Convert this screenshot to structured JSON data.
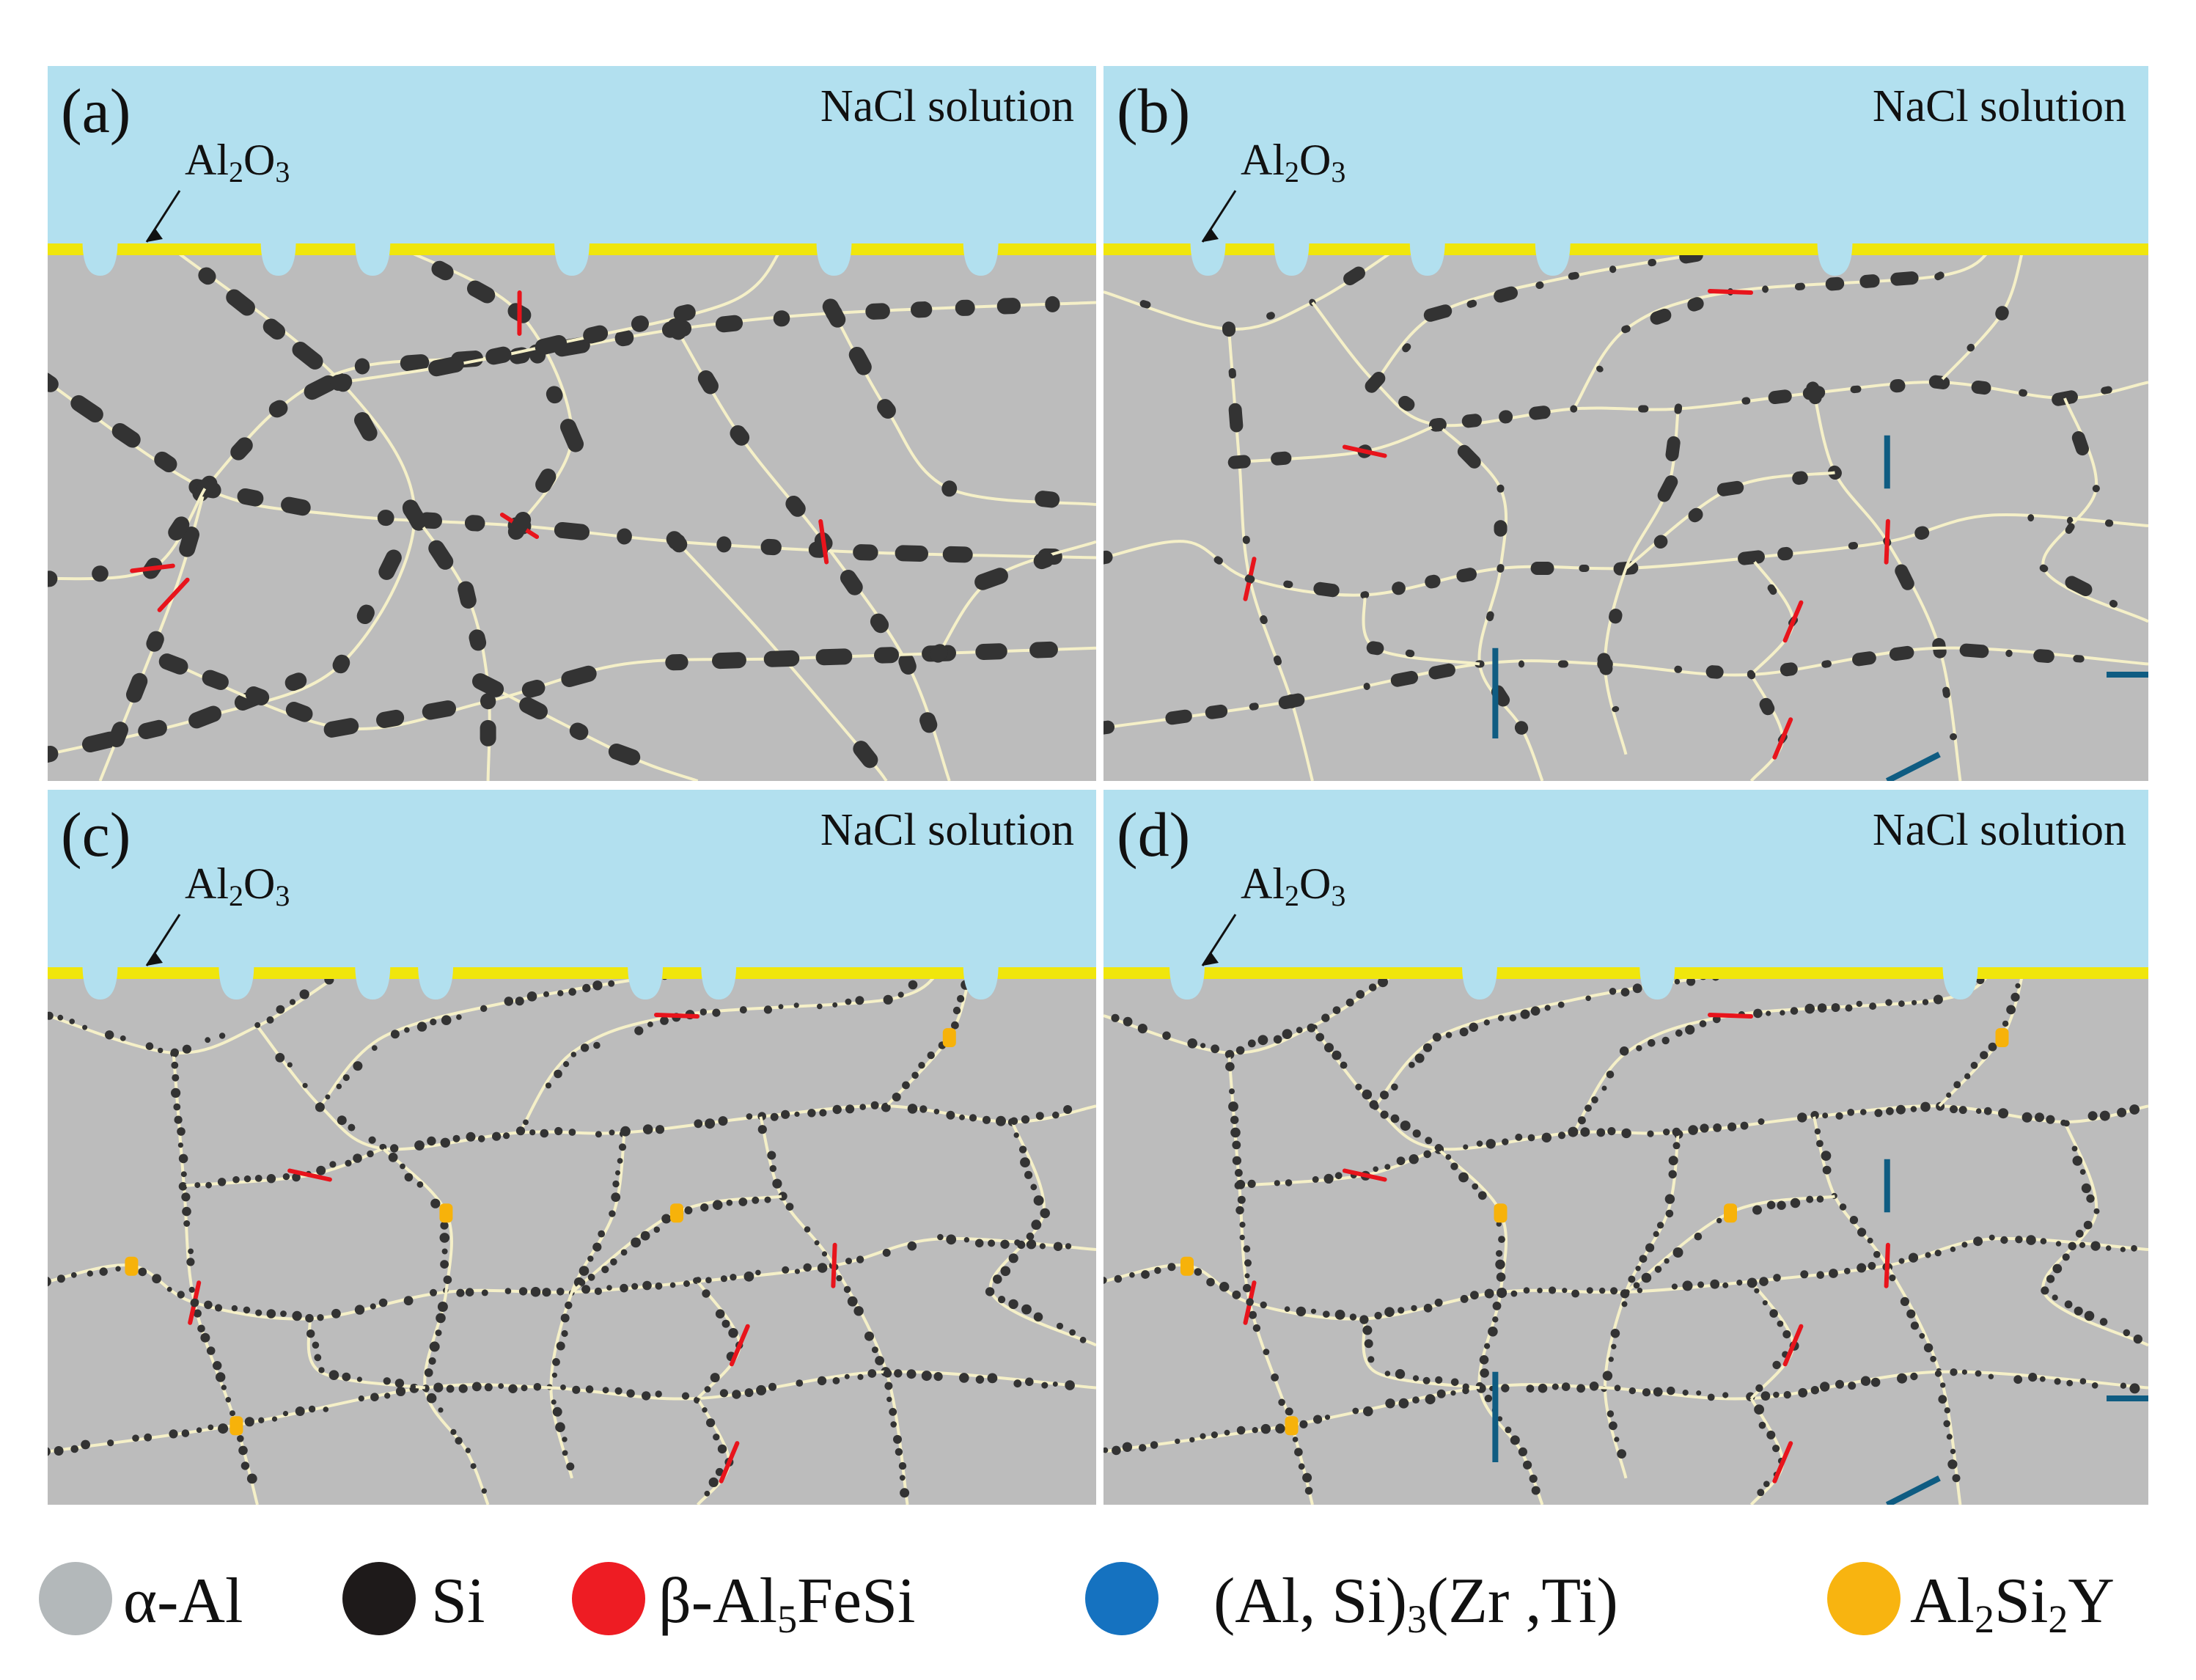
{
  "colors": {
    "solution": "#b2e0ef",
    "matrix": "#bcbcbc",
    "oxide": "#f0e60c",
    "grain_boundary": "#f5f0c8",
    "si": "#333333",
    "fe_phase": "#e8141c",
    "zr_phase": "#0f5c82",
    "y_phase": "#f7b20a",
    "legend_alpha": "#b3b8ba",
    "legend_si": "#1e1a1a",
    "legend_fe": "#ee1c23",
    "legend_zr": "#1572c0",
    "legend_y": "#f8b410",
    "divider": "#ffffff"
  },
  "panels": [
    {
      "id": "a",
      "label": "(a)",
      "solution_label": "NaCl solution",
      "oxide_label": "Al2O3",
      "si_style": "coarse"
    },
    {
      "id": "b",
      "label": "(b)",
      "solution_label": "NaCl solution",
      "oxide_label": "Al2O3",
      "si_style": "mixed"
    },
    {
      "id": "c",
      "label": "(c)",
      "solution_label": "NaCl solution",
      "oxide_label": "Al2O3",
      "si_style": "fine"
    },
    {
      "id": "d",
      "label": "(d)",
      "solution_label": "NaCl solution",
      "oxide_label": "Al2O3",
      "si_style": "fine"
    }
  ],
  "oxide": {
    "base": "Al",
    "sub1": "2",
    "mid": "O",
    "sub2": "3"
  },
  "legend": [
    {
      "key": "alpha",
      "text": "α-Al",
      "color_key": "legend_alpha"
    },
    {
      "key": "si",
      "text": "Si",
      "color_key": "legend_si"
    },
    {
      "key": "fe",
      "parts": [
        "β-Al",
        "5",
        "FeSi"
      ],
      "color_key": "legend_fe"
    },
    {
      "key": "zr",
      "parts": [
        "(Al, Si)",
        "3",
        "(Zr ,Ti)"
      ],
      "color_key": "legend_zr"
    },
    {
      "key": "y",
      "parts": [
        "Al",
        "2",
        "Si",
        "2",
        "Y"
      ],
      "color_key": "legend_y"
    }
  ]
}
